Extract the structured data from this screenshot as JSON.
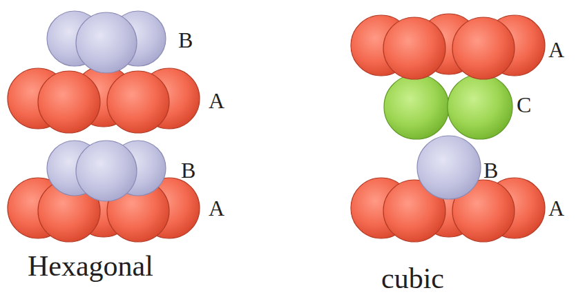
{
  "diagram": {
    "labels": [
      "B",
      "A",
      "B",
      "A",
      "Hexagonal",
      "A",
      "C",
      "B",
      "A",
      "cubic"
    ]
  }
}
